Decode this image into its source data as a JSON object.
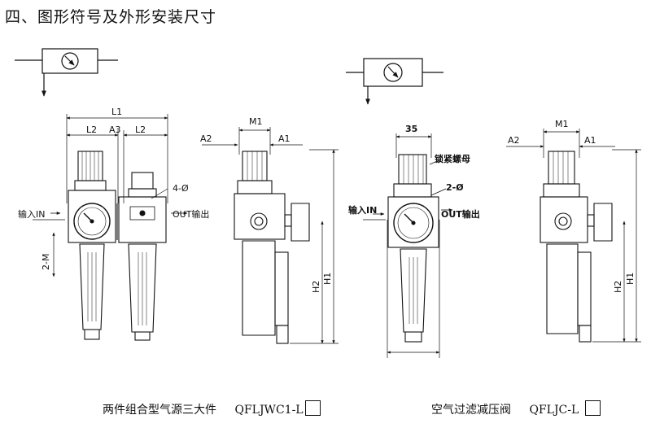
{
  "section_title": "四、图形符号及外形安装尺寸",
  "labels": {
    "L1": "L1",
    "L2": "L2",
    "A3": "A3",
    "A2": "A2",
    "A1": "A1",
    "M1": "M1",
    "H1": "H1",
    "H2": "H2",
    "two_M": "2-M",
    "four_phi": "4-Ø",
    "two_phi": "2-Ø",
    "in_label": "输入IN",
    "out_label": "OUT输出",
    "in_label_bold": "输入IN",
    "out_label_bold": "OUT输出",
    "lock_nut": "锁紧螺母",
    "width_35": "35"
  },
  "captions": {
    "left_name": "两件组合型气源三大件",
    "left_model": "QFLJWC1-L",
    "right_name": "空气过滤减压阀",
    "right_model": "QFLJC-L"
  }
}
